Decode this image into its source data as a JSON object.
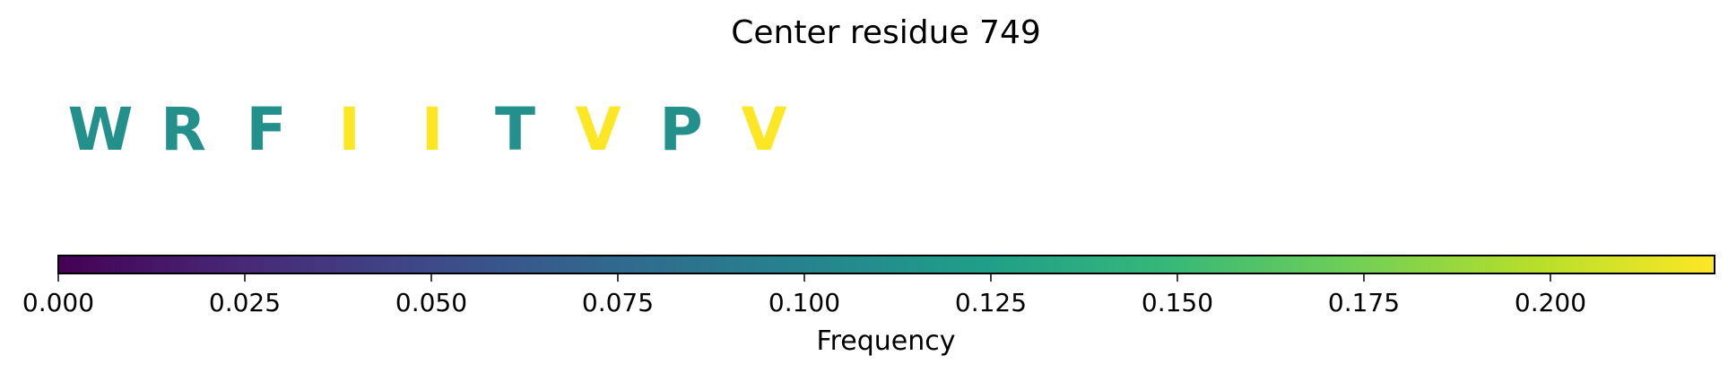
{
  "chart_data": {
    "type": "colorbar",
    "title": "Center residue 749",
    "residues": [
      {
        "letter": "W",
        "frequency": 0.111
      },
      {
        "letter": "R",
        "frequency": 0.111
      },
      {
        "letter": "F",
        "frequency": 0.111
      },
      {
        "letter": "I",
        "frequency": 0.222
      },
      {
        "letter": "I",
        "frequency": 0.222
      },
      {
        "letter": "T",
        "frequency": 0.111
      },
      {
        "letter": "V",
        "frequency": 0.222
      },
      {
        "letter": "P",
        "frequency": 0.111
      },
      {
        "letter": "V",
        "frequency": 0.222
      }
    ],
    "colorbar": {
      "label": "Frequency",
      "colormap": "viridis",
      "range": [
        0,
        0.222
      ],
      "ticks": [
        0.0,
        0.025,
        0.05,
        0.075,
        0.1,
        0.125,
        0.15,
        0.175,
        0.2
      ],
      "tick_labels": [
        "0.000",
        "0.025",
        "0.050",
        "0.075",
        "0.100",
        "0.125",
        "0.150",
        "0.175",
        "0.200"
      ]
    }
  }
}
